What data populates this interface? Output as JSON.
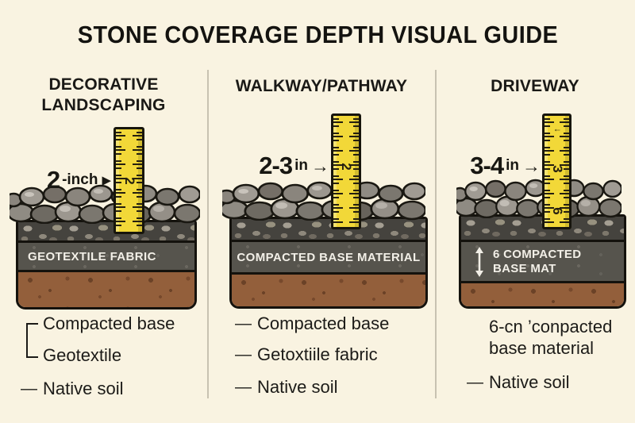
{
  "title": "STONE COVERAGE DEPTH VISUAL GUIDE",
  "colors": {
    "background": "#f9f3e1",
    "ruler_yellow": "#f2d838",
    "band_gray": "#56544d",
    "soil_brown": "#935f3b",
    "stone_gray": "#8a867e",
    "text": "#1b1a17",
    "band_text": "#f2efe7"
  },
  "legend_dash": "—",
  "panels": [
    {
      "title": "DECORATIVE LANDSCAPING",
      "measurement": {
        "value": "2",
        "unit": "-inch",
        "arrow": "▶"
      },
      "ruler": {
        "mid_number": "2"
      },
      "band_label": "GEOTEXTILE FABRIC",
      "legend": [
        {
          "marker": "bracket",
          "label": "Compacted base"
        },
        {
          "marker": "bracket",
          "label": "Geotextile"
        },
        {
          "marker": "dash",
          "label": "Native soil"
        }
      ]
    },
    {
      "title": "WALKWAY/PATHWAY",
      "measurement": {
        "value": "2-3",
        "unit": "in",
        "arrow": "→"
      },
      "ruler": {
        "mid_number": "2"
      },
      "band_label": "COMPACTED BASE MATERIAL",
      "legend": [
        {
          "marker": "dash",
          "label": "Compacted base"
        },
        {
          "marker": "dash",
          "label": "Getoxtiile fabric"
        },
        {
          "marker": "dash",
          "label": "Native soil"
        }
      ]
    },
    {
      "title": "DRIVEWAY",
      "measurement": {
        "value": "3-4",
        "unit": "in",
        "arrow": "→"
      },
      "ruler": {
        "top_mark": "↑",
        "mid_number": "3",
        "low_number": "6"
      },
      "band_label_line1": "6 COMPACTED",
      "band_label_line2": "BASE MAT",
      "legend": [
        {
          "marker": "none",
          "label": "6-cn ’conpacted base material"
        },
        {
          "marker": "dash",
          "label": "Native soil"
        }
      ]
    }
  ]
}
